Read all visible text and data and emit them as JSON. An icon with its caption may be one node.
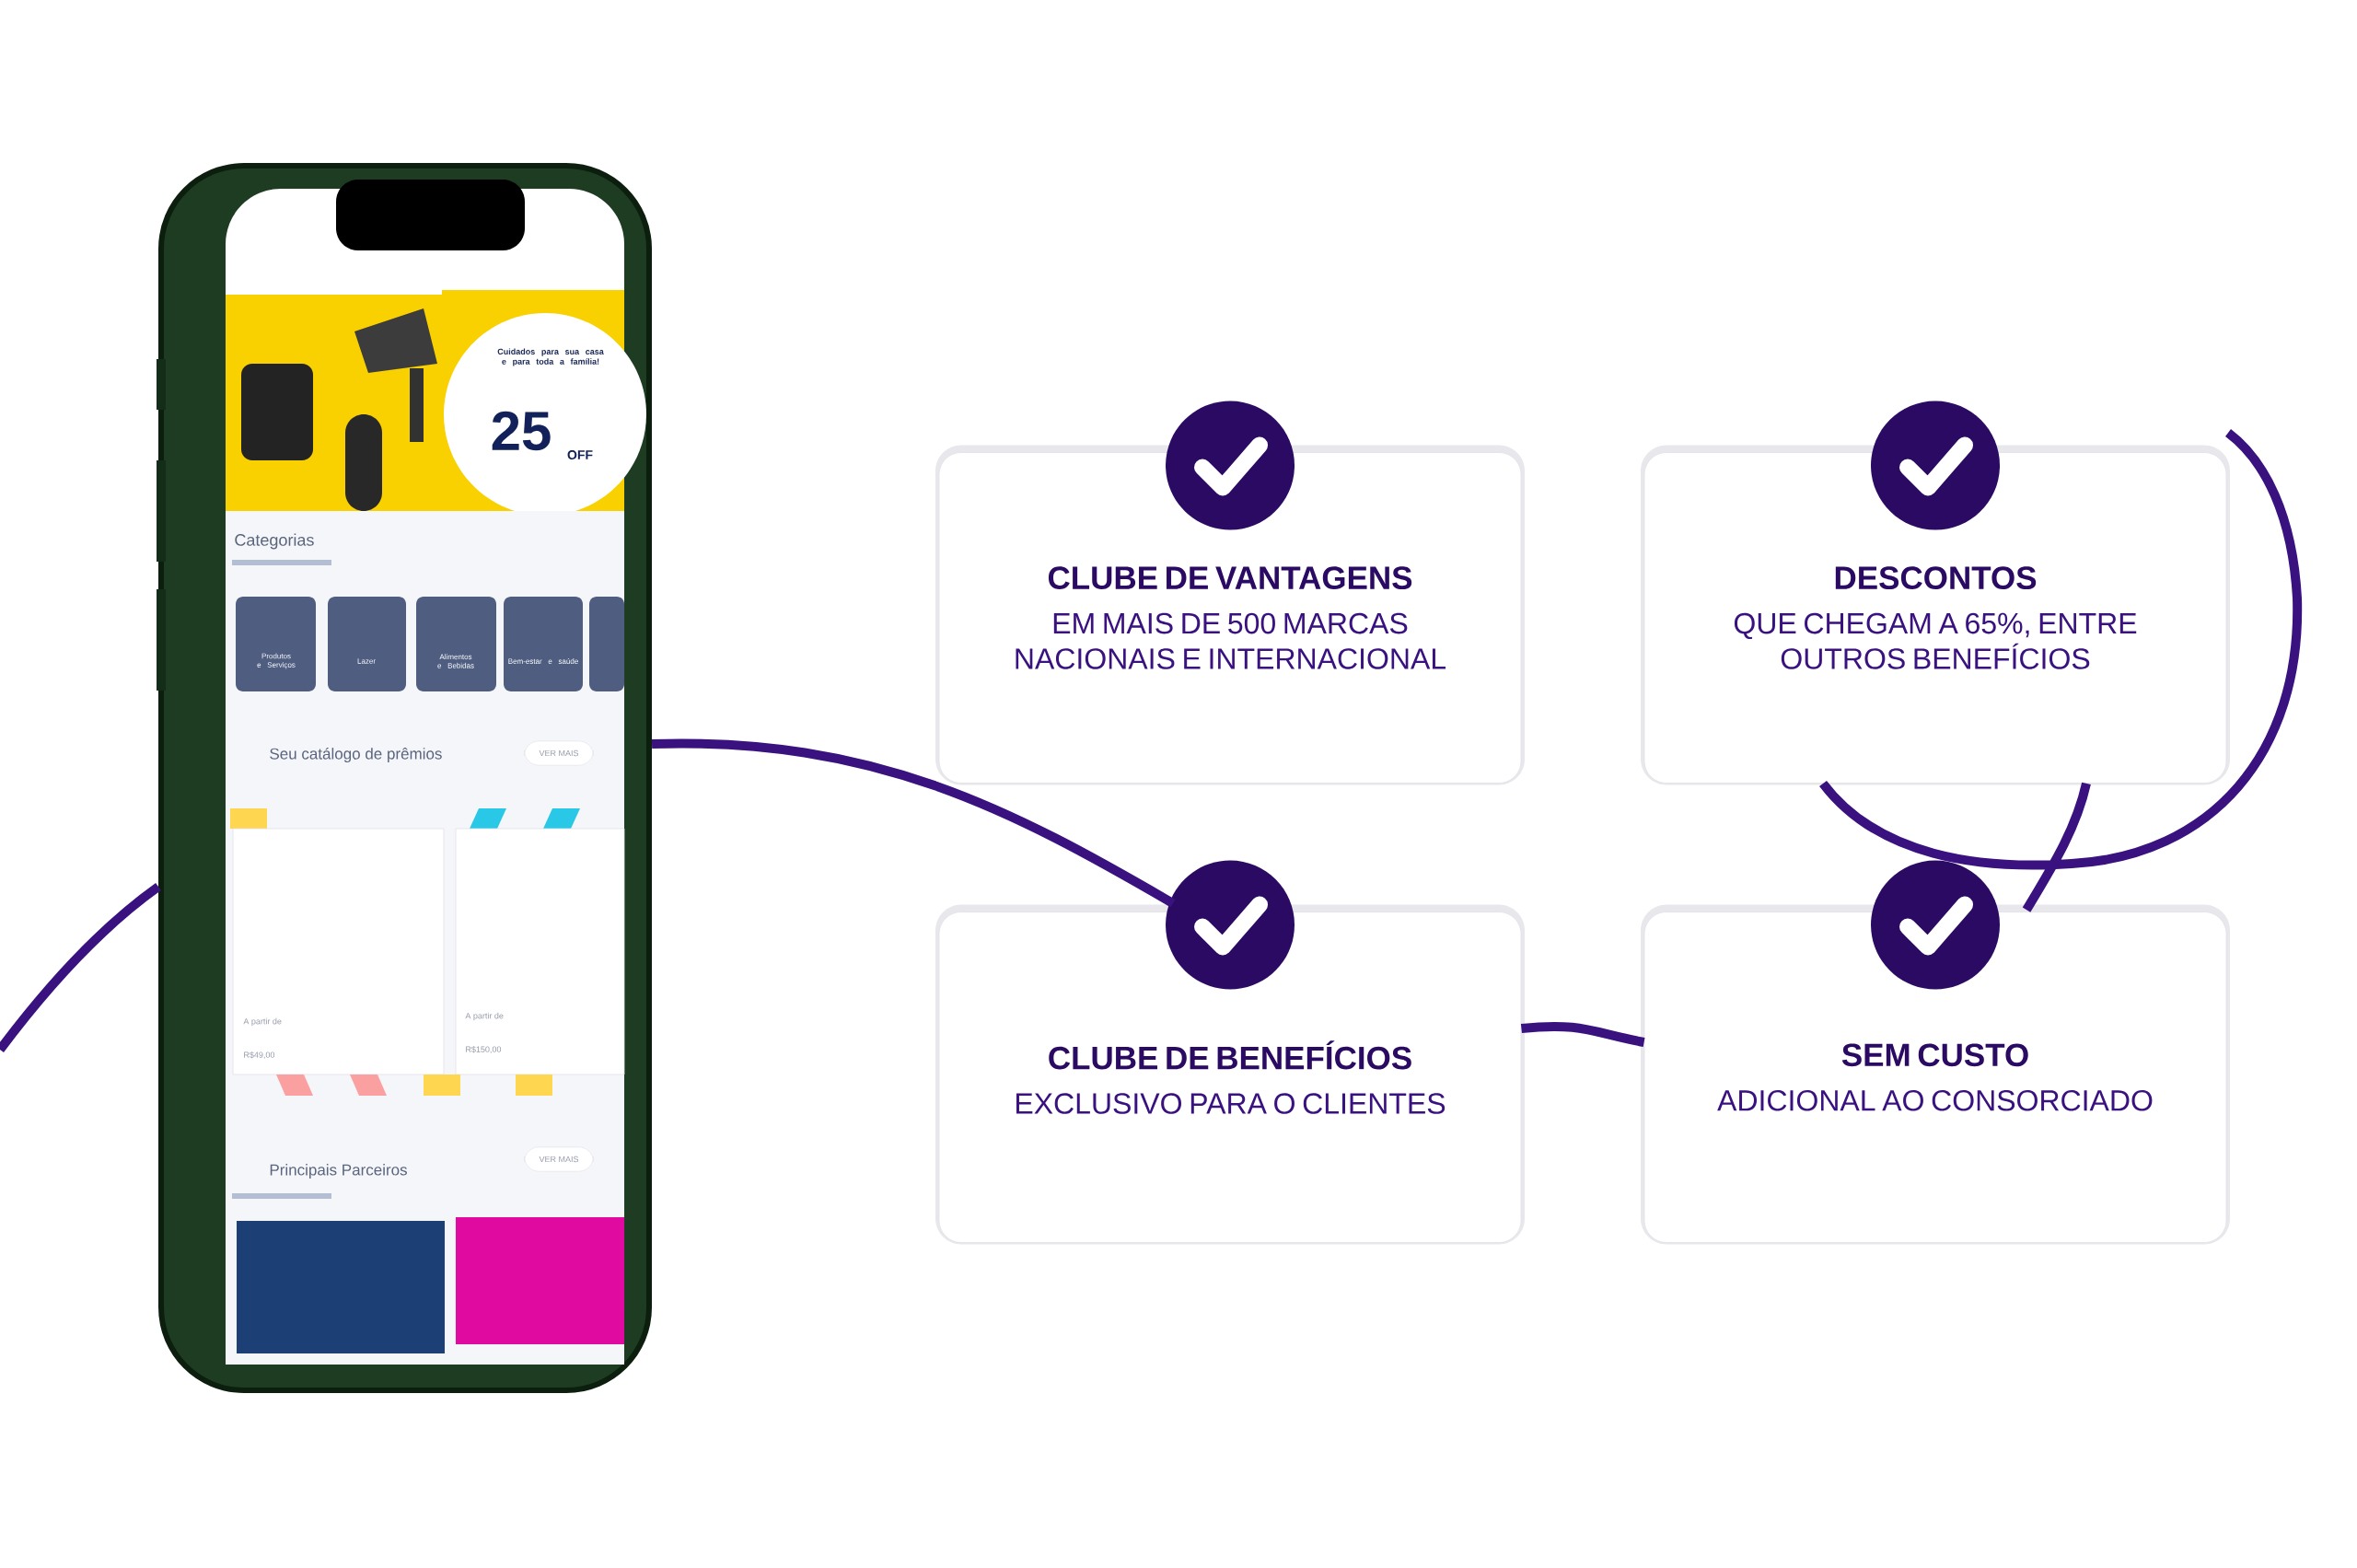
{
  "diagram": {
    "nodes": [
      {
        "text": [],
        "shape": "picture"
      },
      {
        "text": [
          "CLUBE DE VANTAGENS",
          "EM MAIS DE 500 MARCAS NACIONAIS E INTERNACIONAL"
        ]
      },
      {
        "text": [
          "DESCONTOS",
          "QUE CHEGAM A 65%, ENTRE OUTROS BENEFÍCIOS"
        ]
      },
      {
        "text": [
          "CLUBE DE BENEFÍCIOS",
          "EXCLUSIVO PARA O CLIENTES"
        ]
      },
      {
        "text": [
          "SEM CUSTO",
          "ADICIONAL AO CONSORCIADO"
        ]
      }
    ],
    "edges": [
      {
        "from": null,
        "to": 0,
        "arrow": "none"
      },
      {
        "from": 0,
        "to": 3,
        "arrow": "none"
      },
      {
        "from": 3,
        "to": 4,
        "arrow": "none"
      },
      {
        "from": 4,
        "to": 2,
        "arrow": "none"
      }
    ],
    "labels": [
      "Cuidados para sua casa e para toda a família!",
      "25",
      "OFF",
      "Categorias",
      "Produtos e Serviços",
      "Lazer",
      "Alimentos e Bebidas",
      "Bem-estar e saúde",
      "Seu catálogo de prêmios",
      "VER MAIS",
      "A partir de",
      "R$49,00",
      "A partir de",
      "R$150,00",
      "Principais Parceiros",
      "VER MAIS"
    ]
  }
}
